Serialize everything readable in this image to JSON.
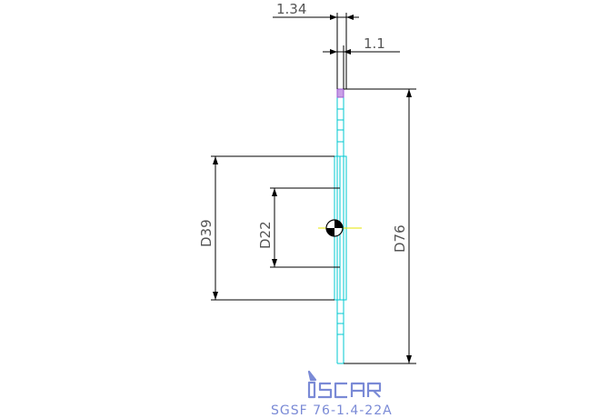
{
  "drawing": {
    "dims": {
      "width_total": "1.34",
      "width_blade": "1.1",
      "bore_diameter": "D22",
      "hub_diameter": "D39",
      "outer_diameter": "D76"
    },
    "logo_text": "iscar",
    "part_number": "SGSF 76-1.4-22A"
  },
  "colors": {
    "dim_line": "#000000",
    "part_outline": "#00c8d2",
    "center_line": "#e6e600",
    "insert": "#9a5ad2",
    "logo": "#7a8ad6"
  }
}
